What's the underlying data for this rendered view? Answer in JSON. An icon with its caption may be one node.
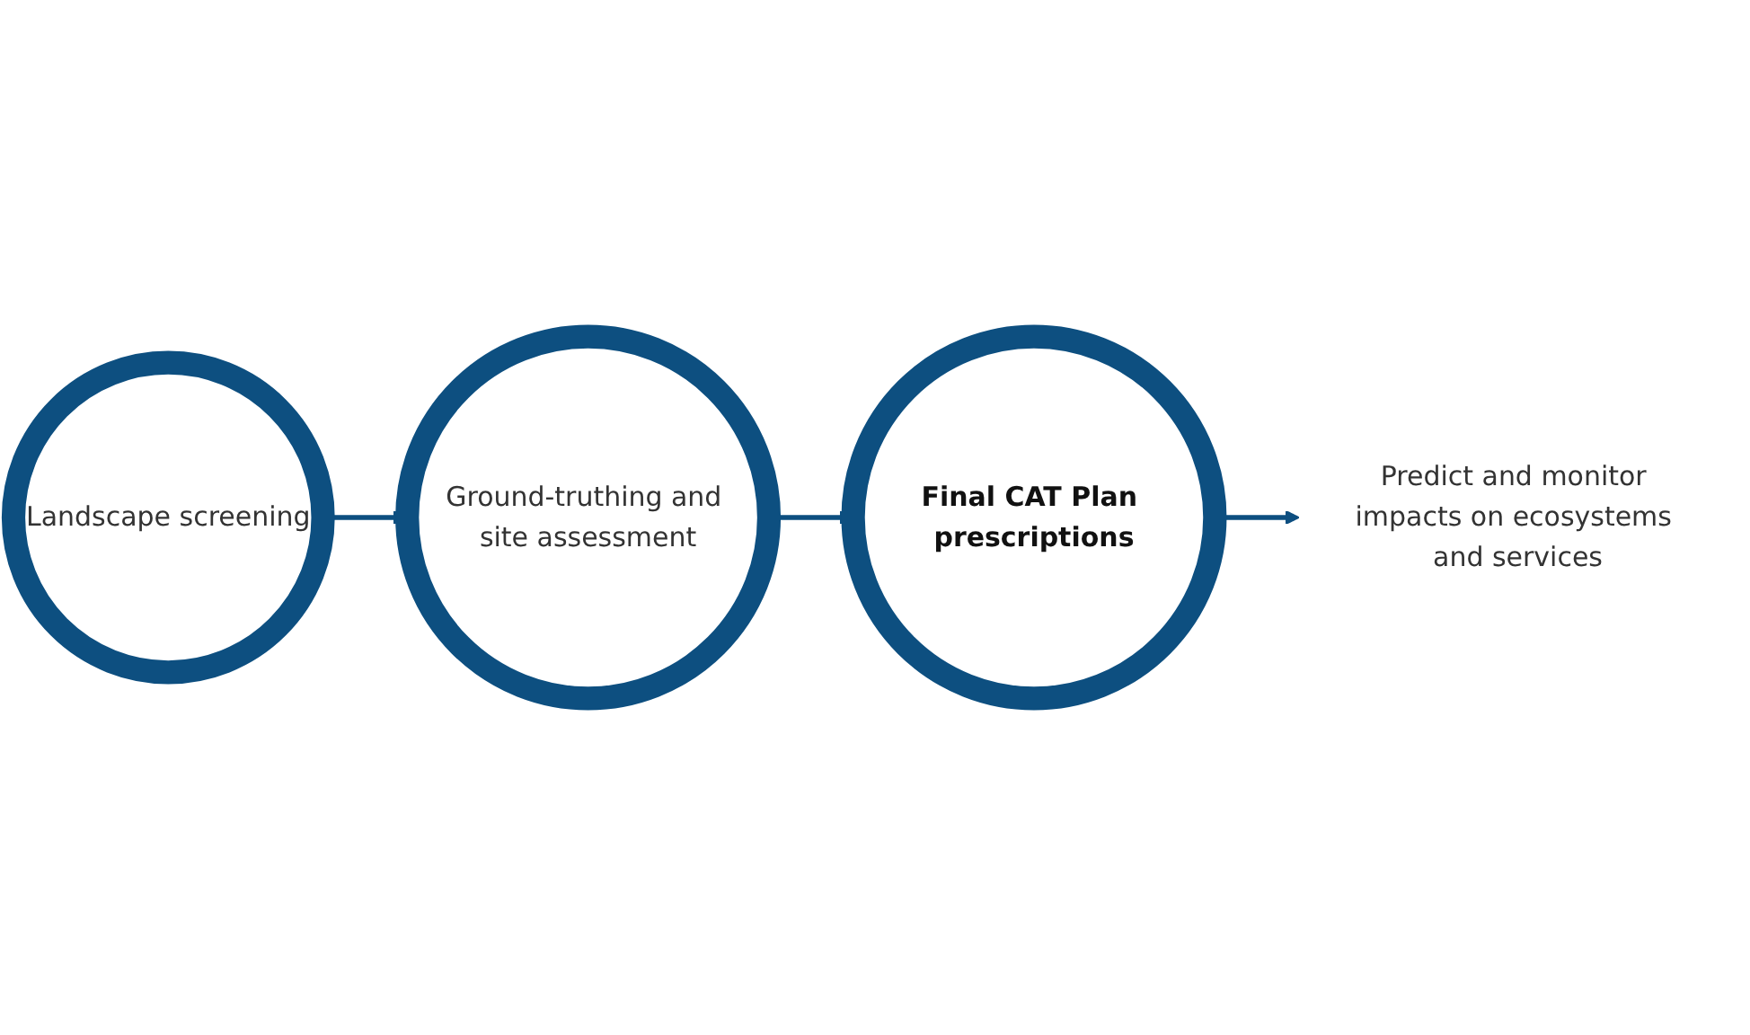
{
  "diagram": {
    "nodes": [
      {
        "text": [
          "Landscape screening"
        ]
      },
      {
        "text": [
          "Ground-truthing and site assessment"
        ]
      },
      {
        "text": [
          "Final CAT Plan prescriptions"
        ]
      },
      {
        "text": [
          "Predict and monitor impacts on ecosystems and services"
        ]
      }
    ],
    "edges": [
      {
        "from": 0,
        "to": 1,
        "arrow": "to"
      },
      {
        "from": 1,
        "to": 2,
        "arrow": "to"
      },
      {
        "from": 2,
        "to": 3,
        "arrow": "to"
      }
    ]
  }
}
